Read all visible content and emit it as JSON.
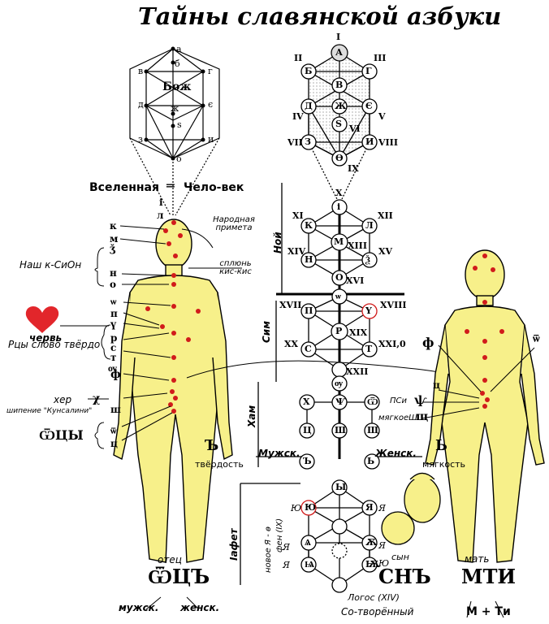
{
  "title": "Тайны славянской азбуки",
  "top_diagram": {
    "letters": [
      "а",
      "б",
      "в",
      "г",
      "Бож",
      "д",
      "є",
      "ж",
      "s",
      "з",
      "и",
      "о"
    ]
  },
  "center_labels": {
    "universe": "Вселенная",
    "equals": "═",
    "human": "Чело-век"
  },
  "left_body": {
    "head_letters": [
      "і",
      "л",
      "к",
      "м",
      "ǯ",
      "н",
      "о"
    ],
    "chakra_letters": [
      "ѡ",
      "п",
      "ү",
      "р",
      "с",
      "т",
      "ѹ",
      "ф",
      "χ",
      "ш",
      "ѿ",
      "ц"
    ],
    "labels": {
      "folk_sign": "Народная примета",
      "spit": "сплюнь кис-кис",
      "our_kSiOn": "Наш к-СиОн",
      "worm": "червь",
      "rtsy": "Рцы слово твёрдо",
      "kher": "хер",
      "hissing": "шипение \"Кунсалини\"",
      "otsy": "ѾЦЫ",
      "father": "отец",
      "father_word": "ѾЦЪ",
      "masc": "мужск.",
      "fem": "женск.",
      "hard_sign": "Ъ",
      "hardness": "твёрдость"
    }
  },
  "right_body": {
    "labels": {
      "f": "ф",
      "ot": "ѿ",
      "ts": "ц",
      "psi": "ПСи",
      "psi_glyph": "ѱ",
      "soft_sh": "мягкоеШ",
      "sht_glyph": "щ",
      "soft_sign": "Ь",
      "softness": "мягкость",
      "mother": "мать",
      "mother_word": "МТИ",
      "formula": "М + Ти"
    }
  },
  "tree": {
    "roman": [
      "I",
      "II",
      "III",
      "IV",
      "V",
      "VI",
      "VII",
      "VIII",
      "IX",
      "X",
      "XI",
      "XII",
      "XIII",
      "XIV",
      "XV",
      "XVI",
      "XVII",
      "XVIII",
      "XIX",
      "XX",
      "XXI,0",
      "XXII"
    ],
    "nodes_upper": [
      "А",
      "Б",
      "Г",
      "В",
      "Д",
      "Ж",
      "Є",
      "S",
      "З",
      "И",
      "Ѳ"
    ],
    "nodes_middle": [
      "і",
      "К",
      "Л",
      "М",
      "Н",
      "Ѯ",
      "О",
      "ѡ",
      "П",
      "Ү",
      "Р",
      "С",
      "Т"
    ],
    "nodes_lower": [
      "ѹ",
      "Х",
      "Ѱ",
      "Ѿ",
      "Ц",
      "Ш",
      "Щ",
      "Ъ",
      "Ь",
      "Ы",
      "Ю",
      "Я",
      "Ѧ",
      "Ѫ",
      "Ѩ",
      "Ѭ"
    ],
    "axis_labels": {
      "noy": "Ной",
      "sim": "Сим",
      "ham": "Хам",
      "iafet": "Іафет",
      "male": "Мужск.",
      "female": "Женск.",
      "fen": "фен (IX)",
      "new_ya": "новое Я - ѳ",
      "ya": "Я",
      "yu": "Ю",
      "son": "сын",
      "son_word": "СНЪ",
      "logos": "Логос (XIV)",
      "cocreated": "Со-творённый"
    }
  },
  "colors": {
    "body_fill": "#f7f08a",
    "point_red": "#d11b1b",
    "heart": "#e2262b"
  }
}
